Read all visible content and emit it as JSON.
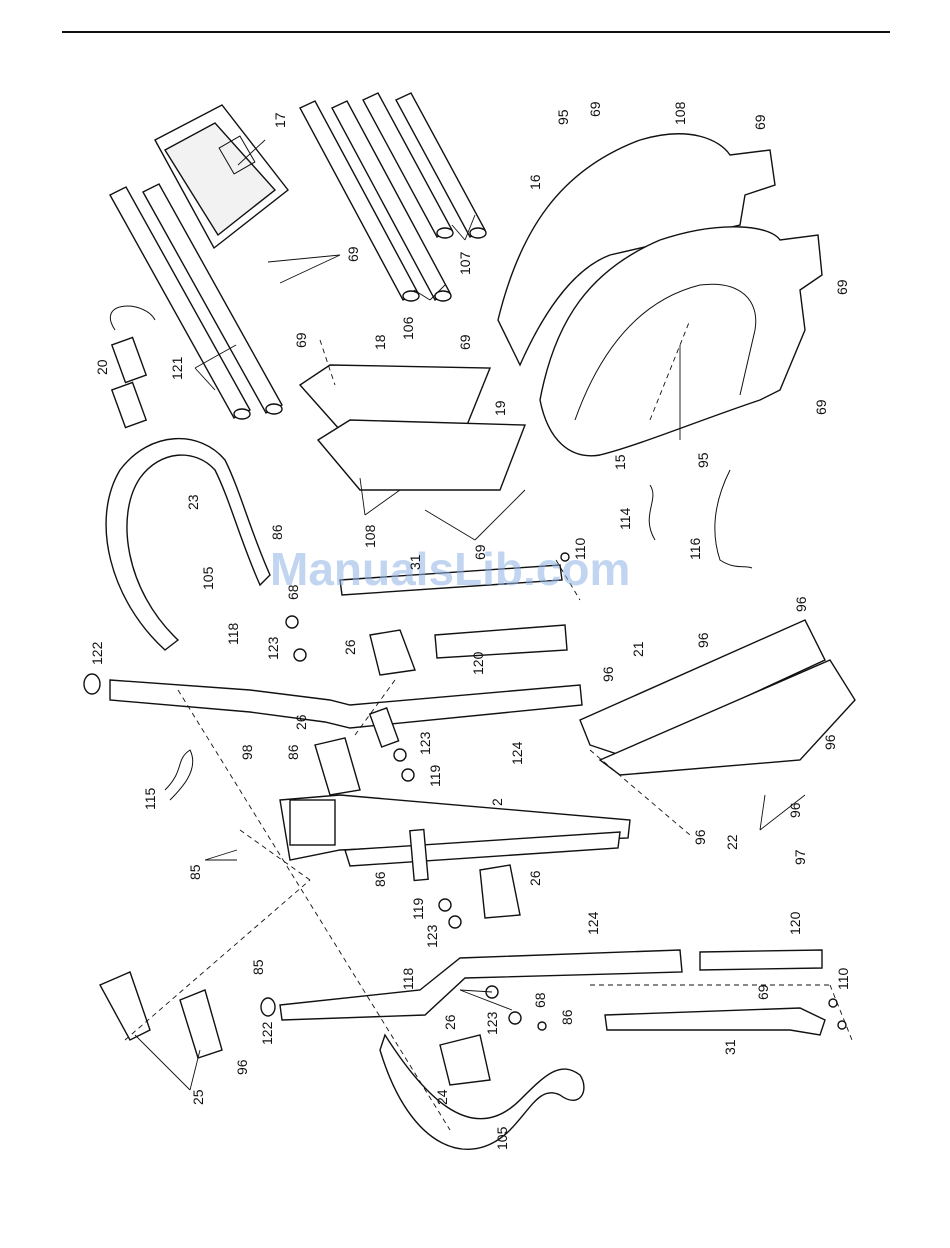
{
  "watermark": "ManualsLib.com",
  "labels": {
    "l17": "17",
    "l69a": "69",
    "l69b": "69",
    "l69c": "69",
    "l69d": "69",
    "l69e": "69",
    "l69f": "69",
    "l69g": "69",
    "l69h": "69",
    "l69i": "69",
    "l95a": "95",
    "l95b": "95",
    "l108a": "108",
    "l108b": "108",
    "l16": "16",
    "l15": "15",
    "l20": "20",
    "l121": "121",
    "l106": "106",
    "l107": "107",
    "l18": "18",
    "l19": "19",
    "l23": "23",
    "l86a": "86",
    "l86b": "86",
    "l86c": "86",
    "l86d": "86",
    "l105a": "105",
    "l105b": "105",
    "l31a": "31",
    "l31b": "31",
    "l110a": "110",
    "l110b": "110",
    "l114": "114",
    "l116": "116",
    "l68a": "68",
    "l68b": "68",
    "l122a": "122",
    "l122b": "122",
    "l118a": "118",
    "l118b": "118",
    "l123a": "123",
    "l123b": "123",
    "l123c": "123",
    "l123d": "123",
    "l26a": "26",
    "l26b": "26",
    "l26c": "26",
    "l26d": "26",
    "l120a": "120",
    "l120b": "120",
    "l21": "21",
    "l96a": "96",
    "l96b": "96",
    "l96c": "96",
    "l96d": "96",
    "l96e": "96",
    "l96f": "96",
    "l96g": "96",
    "l124a": "124",
    "l124b": "124",
    "l119a": "119",
    "l119b": "119",
    "l98": "98",
    "l115": "115",
    "l2": "2",
    "l22": "22",
    "l97": "97",
    "l85a": "85",
    "l85b": "85",
    "l25": "25",
    "l24": "24"
  }
}
